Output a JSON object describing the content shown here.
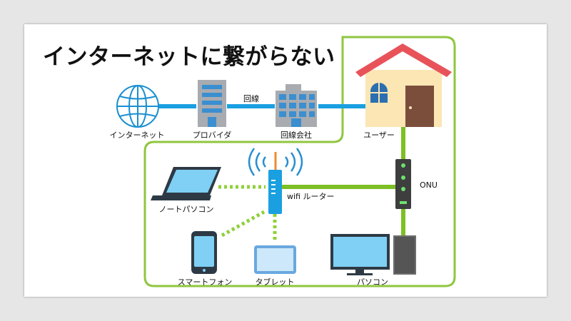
{
  "title": "インターネットに繋がらない",
  "labels": {
    "internet": "インターネット",
    "provider": "プロバイダ",
    "line": "回線",
    "line_company": "回線会社",
    "user": "ユーザー",
    "onu": "ONU",
    "router": "wifi ルーター",
    "notebook": "ノートパソコン",
    "smartphone": "スマートフォン",
    "tablet": "タブレット",
    "pc": "パソコン"
  },
  "colors": {
    "cable_blue": "#1aa0e0",
    "cable_green": "#7dbf25",
    "wifi_dotted": "#8fd03a",
    "outline_green": "#8fc63f",
    "roof": "#e8535a",
    "house_wall": "#fbe6b4",
    "door": "#7b4e3c",
    "building_gray": "#a8abb0",
    "building_blue": "#3b8fd0",
    "device_blue": "#7fd0f4",
    "device_dark": "#2d3a45",
    "onu_dark": "#3e3e3e",
    "onu_led": "#6de06d"
  },
  "icons": [
    "globe-icon",
    "office-building-icon",
    "building-icon",
    "house-icon",
    "onu-icon",
    "router-icon",
    "laptop-icon",
    "smartphone-icon",
    "tablet-icon",
    "desktop-pc-icon"
  ]
}
